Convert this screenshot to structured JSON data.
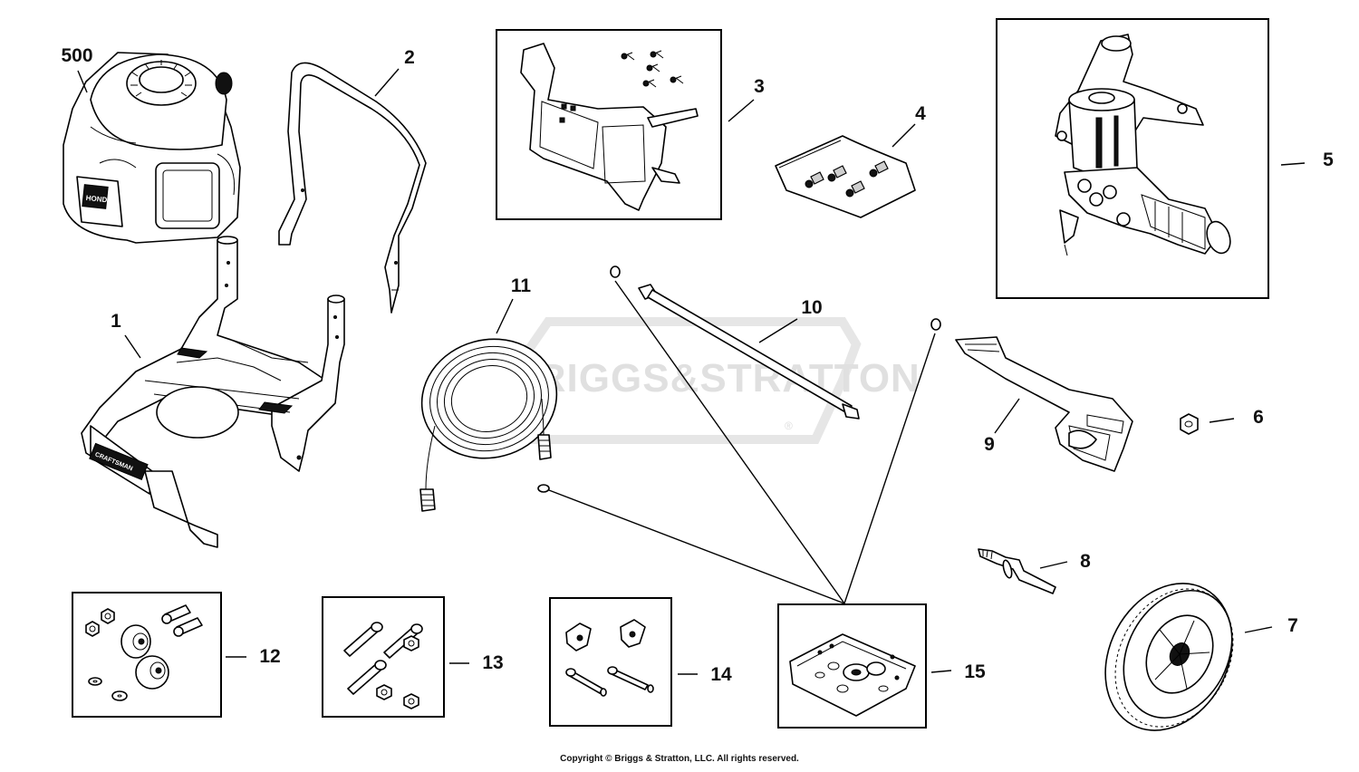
{
  "diagram": {
    "watermark_text": "BRIGGS&STRATTON",
    "watermark_mark": "®",
    "engine_brand_text": "HONDA",
    "frame_brand_text": "CRAFTSMAN",
    "callouts": {
      "p500": "500",
      "p1": "1",
      "p2": "2",
      "p3": "3",
      "p4": "4",
      "p5": "5",
      "p6": "6",
      "p7": "7",
      "p8": "8",
      "p9": "9",
      "p10": "10",
      "p11": "11",
      "p12": "12",
      "p13": "13",
      "p14": "14",
      "p15": "15"
    },
    "copyright": "Copyright © Briggs & Stratton, LLC. All rights reserved."
  }
}
